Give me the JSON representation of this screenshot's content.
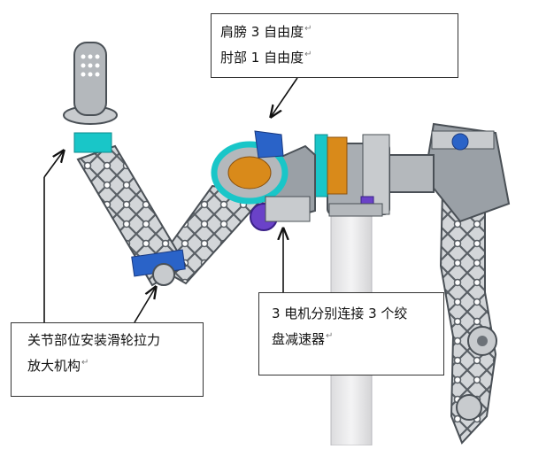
{
  "callouts": {
    "shoulder": {
      "lines": [
        "肩膀 3 自由度",
        "肘部 1 自由度"
      ],
      "mark": "↵"
    },
    "motor": {
      "lines": [
        "3 电机分别连接 3 个绞",
        "盘减速器"
      ],
      "mark": "↵"
    },
    "joint": {
      "lines": [
        "关节部位安装滑轮拉力",
        "放大机构"
      ],
      "mark": "↵"
    }
  },
  "colors": {
    "frame": "#8a9096",
    "frame_dark": "#4a5056",
    "cyan": "#19c6c8",
    "blue": "#2a63c8",
    "purple": "#6a42c8",
    "post": "#e8e8ea",
    "arrow": "#111111"
  }
}
